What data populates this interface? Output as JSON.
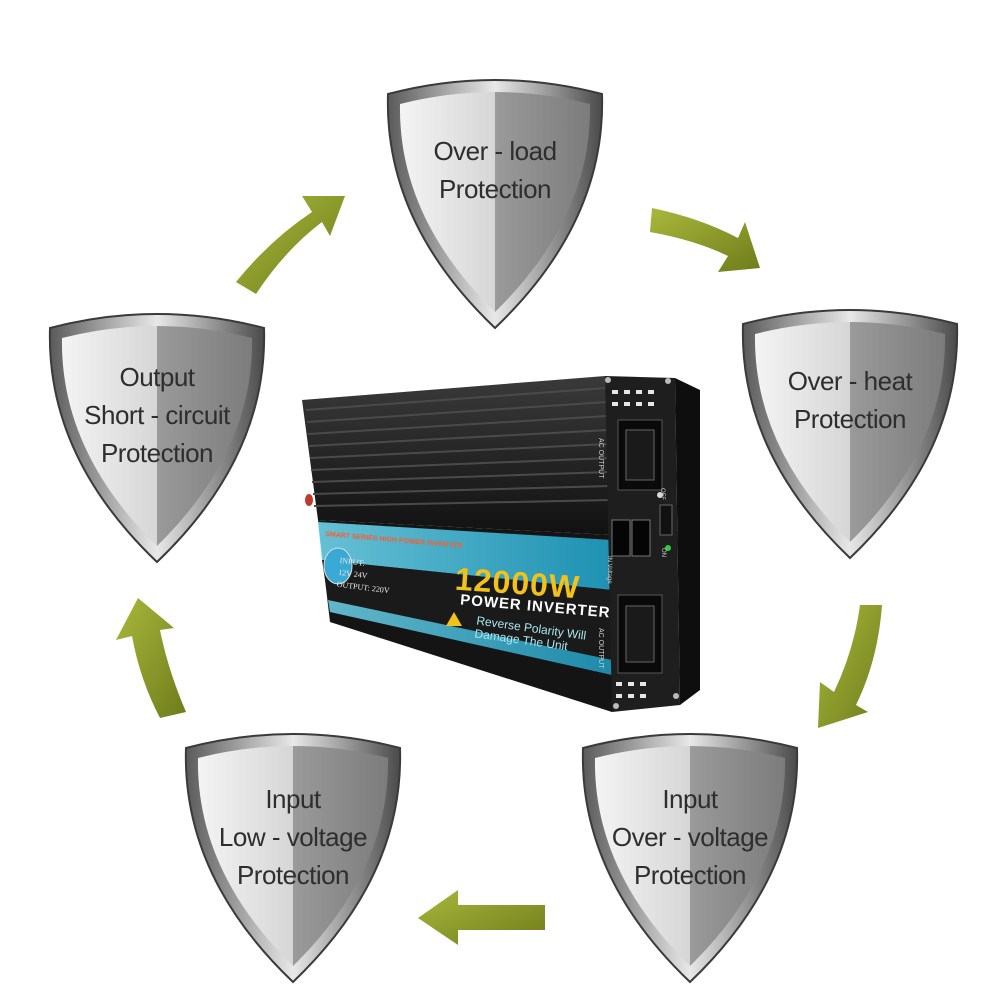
{
  "shields": {
    "top": {
      "lines": [
        "Over - load",
        "Protection"
      ]
    },
    "right": {
      "lines": [
        "Over - heat",
        "Protection"
      ]
    },
    "bottom_right": {
      "lines": [
        "Input",
        "Over - voltage",
        "Protection"
      ]
    },
    "bottom_left": {
      "lines": [
        "Input",
        "Low - voltage",
        "Protection"
      ]
    },
    "left": {
      "lines": [
        "Output",
        "Short - circuit",
        "Protection"
      ]
    }
  },
  "inverter": {
    "wattage": "12000W",
    "subtitle": "POWER INVERTER",
    "warning_line1": "Reverse Polarity Will",
    "warning_line2": "Damage The Unit",
    "brand_banner": "SMART SERIES HIGH POWER INVERTER",
    "spec_input": "INPUT:",
    "spec_input_values": "12V  24V",
    "spec_output": "OUTPUT: 220V",
    "ac_output_label": "AC OUTPUT",
    "ac_output_label_2": "AC OUTPUT",
    "voltage_label": "IN Voltage",
    "switch_off": "OFF",
    "switch_on": "ON"
  },
  "colors": {
    "arrow": "#8a9a2a",
    "arrow_shadow": "#5f6b17",
    "shield_light": "#eeeeee",
    "shield_dark": "#8b8b8b",
    "inverter_body": "#1c1c1c",
    "inverter_stripe": "#3fc0dd",
    "wattage_text": "#f2c21a"
  }
}
